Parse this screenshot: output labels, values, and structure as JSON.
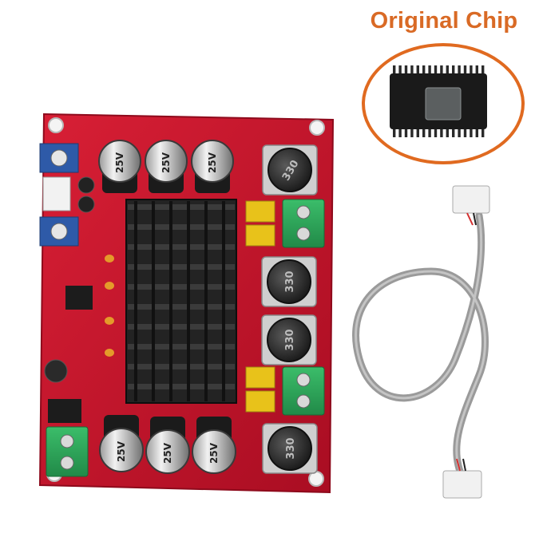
{
  "callout": {
    "title": "Original Chip"
  },
  "photo": {
    "subject": "amplifier board with heatsink, original chip inset and cable",
    "colors": {
      "pcb": "#c8102e",
      "heatsink": "#1a1a1a",
      "callout_ring": "#e06a20",
      "terminal_green": "#2fa85a",
      "capacitor_yellow": "#e8c21a",
      "cable_gray": "#9a9a9a"
    },
    "component_markings": {
      "capacitors": [
        "25V",
        "25V",
        "25V",
        "25V",
        "25V",
        "25V"
      ],
      "inductors": [
        "330",
        "330",
        "330",
        "330"
      ]
    }
  }
}
